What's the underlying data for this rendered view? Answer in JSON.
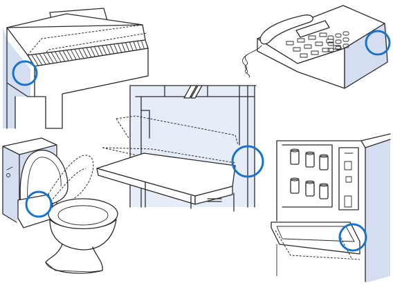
{
  "figure": {
    "highlight_color": "#1a73c8",
    "line_color": "#2a2a2a",
    "shade_color": "#d4def0",
    "objects": [
      {
        "name": "piano",
        "highlight": "keyboard-lid-hinge"
      },
      {
        "name": "fax-telephone",
        "highlight": "side-of-machine"
      },
      {
        "name": "fold-down-desk",
        "highlight": "desk-flap-hinge"
      },
      {
        "name": "toilet",
        "highlight": "seat-lid-hinge"
      },
      {
        "name": "vending-machine",
        "highlight": "product-outlet-flap"
      }
    ]
  }
}
